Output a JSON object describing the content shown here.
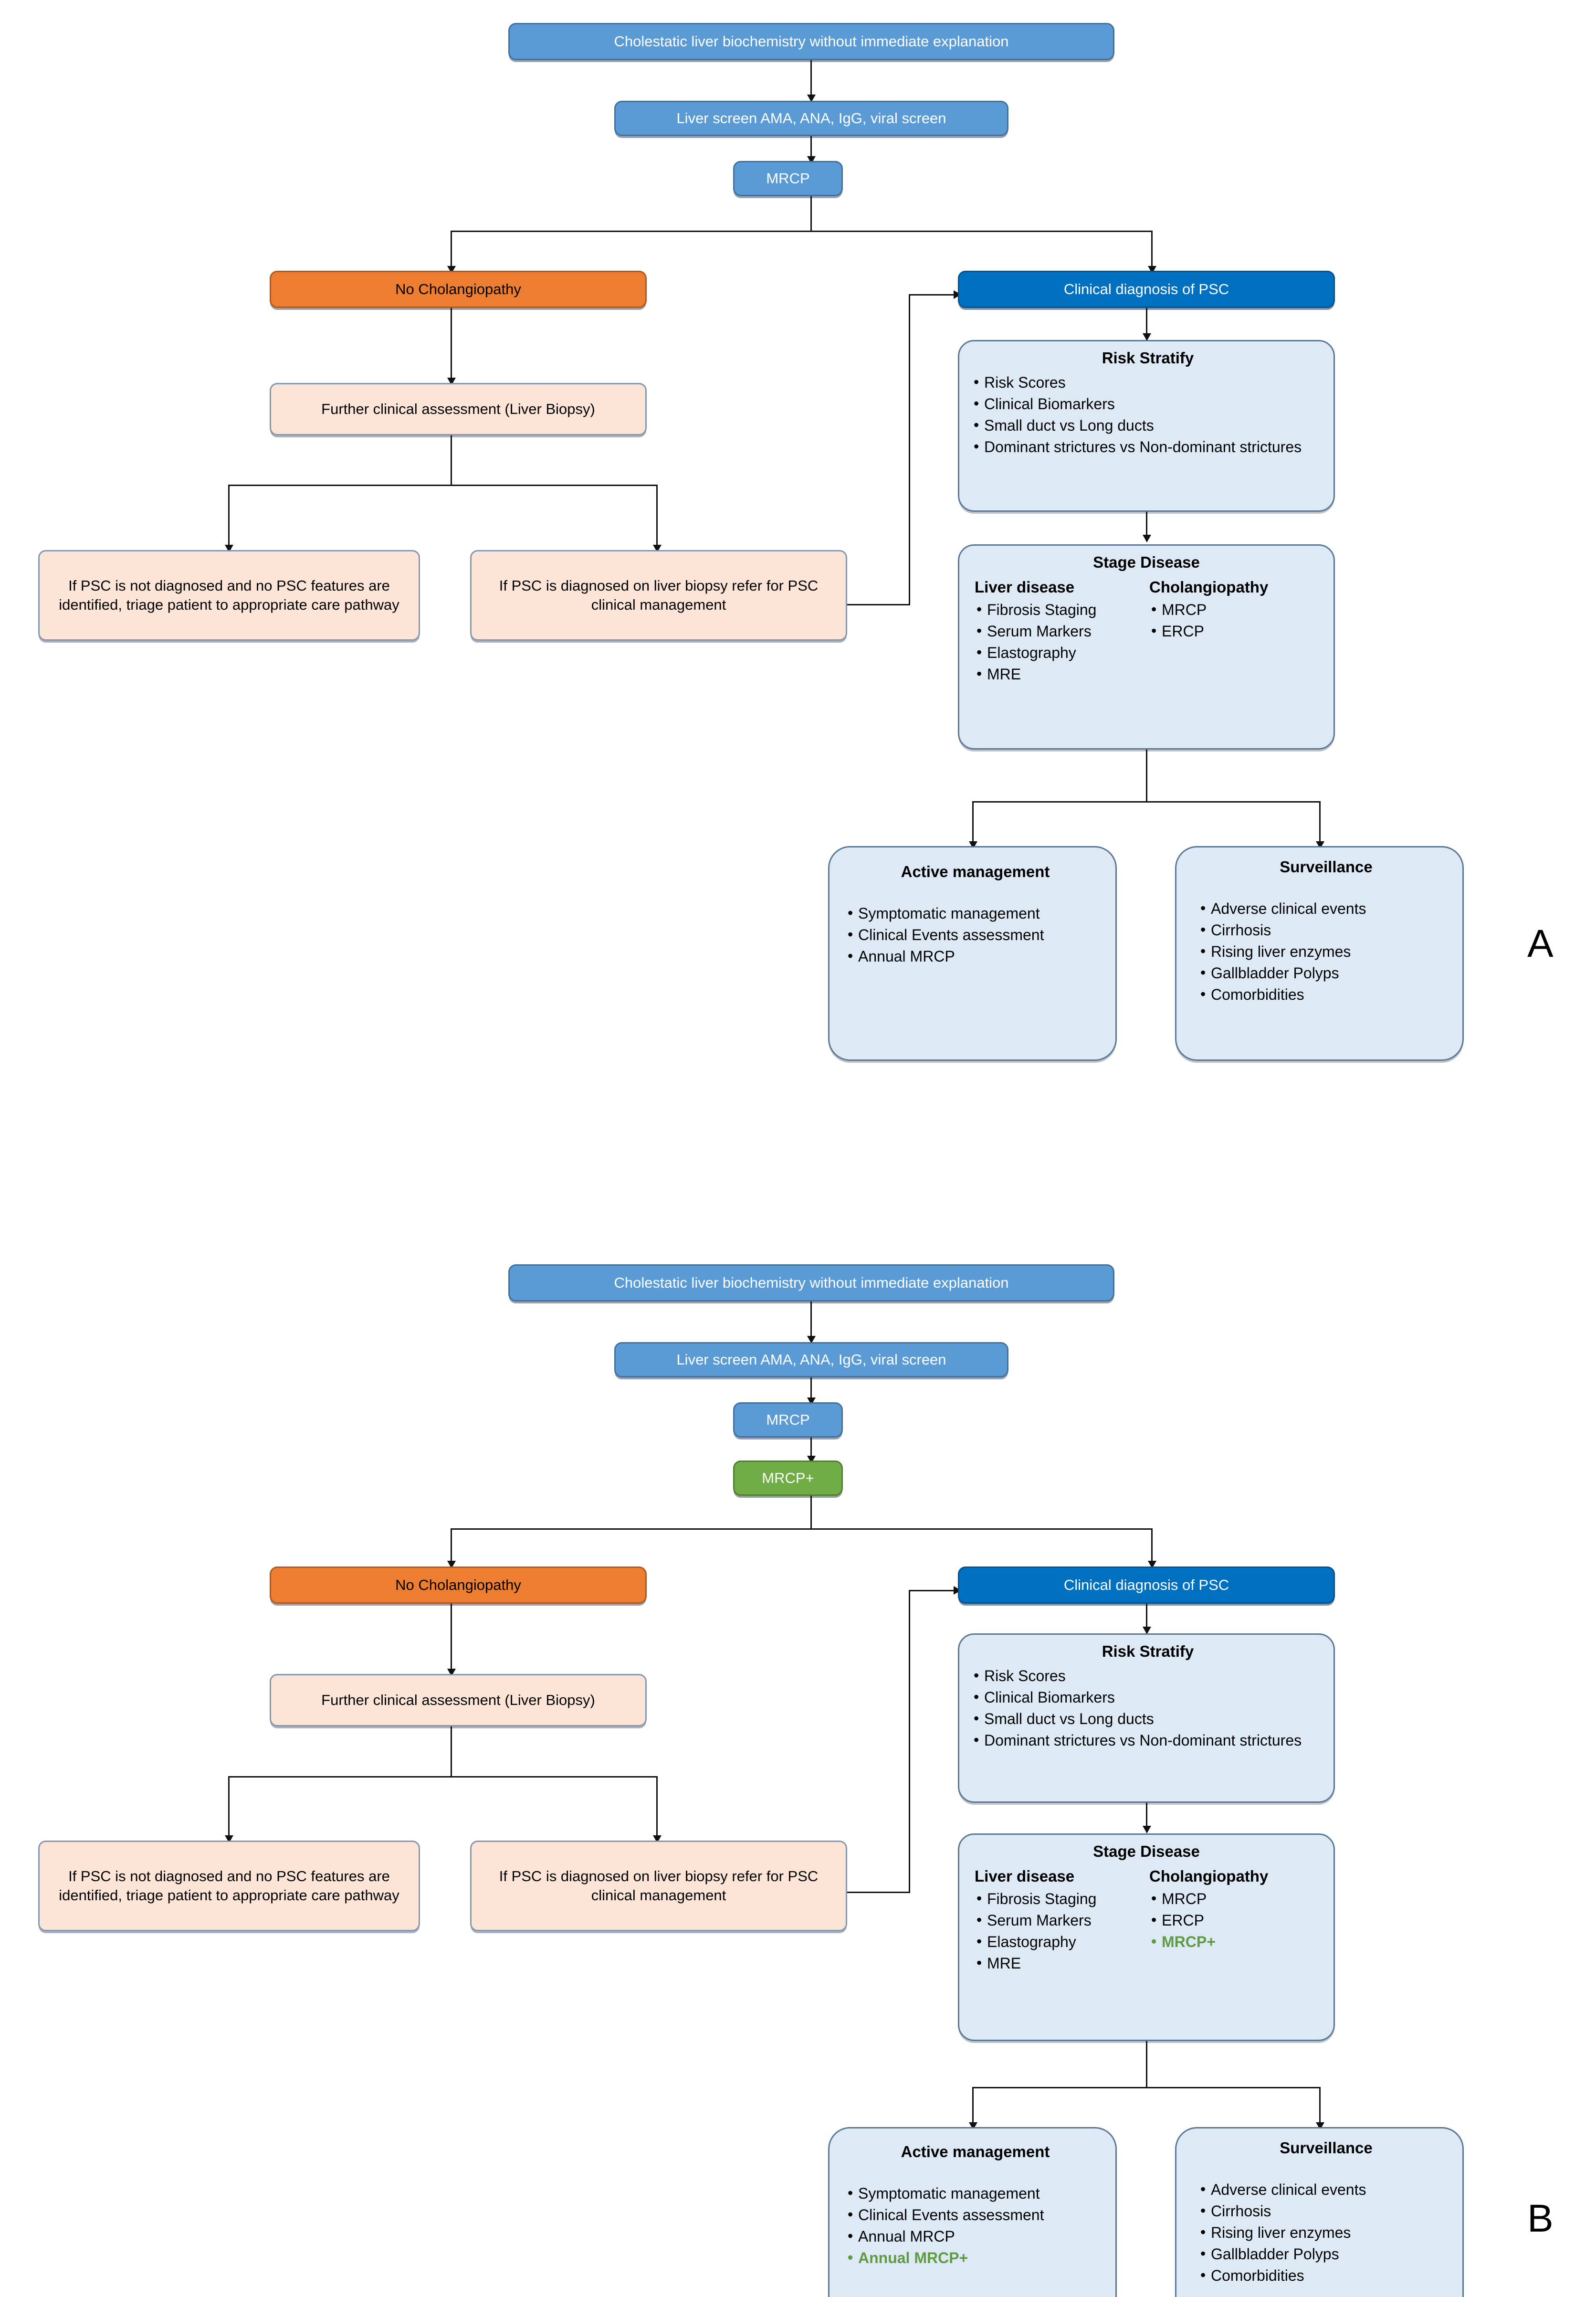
{
  "figure": {
    "panels": [
      {
        "id": "A",
        "label": "A",
        "nodes": {
          "start": "Cholestatic liver biochemistry without immediate explanation",
          "liver_screen": "Liver screen AMA, ANA, IgG, viral screen",
          "mrcp": "MRCP",
          "no_cholangiopathy": "No Cholangiopathy",
          "further_assessment": "Further clinical assessment (Liver Biopsy)",
          "psc_not_diagnosed": "If PSC is not diagnosed and no PSC features are identified, triage patient to appropriate care pathway",
          "psc_diagnosed": "If PSC is diagnosed on liver biopsy refer for PSC clinical management",
          "clinical_diagnosis": "Clinical diagnosis of PSC"
        },
        "risk_stratify": {
          "title": "Risk Stratify",
          "items": [
            "Risk Scores",
            "Clinical Biomarkers",
            "Small duct vs Long ducts",
            "Dominant strictures vs Non-dominant strictures"
          ]
        },
        "stage_disease": {
          "title": "Stage Disease",
          "liver_disease": {
            "heading": "Liver disease",
            "items": [
              "Fibrosis Staging",
              "Serum Markers",
              "Elastography",
              "MRE"
            ]
          },
          "cholangiopathy": {
            "heading": "Cholangiopathy",
            "items": [
              "MRCP",
              "ERCP"
            ]
          }
        },
        "active_management": {
          "title": "Active management",
          "items": [
            "Symptomatic management",
            "Clinical Events assessment",
            "Annual MRCP"
          ]
        },
        "surveillance": {
          "title": "Surveillance",
          "items": [
            "Adverse clinical events",
            "Cirrhosis",
            "Rising liver enzymes",
            "Gallbladder Polyps",
            "Comorbidities"
          ]
        }
      },
      {
        "id": "B",
        "label": "B",
        "nodes": {
          "start": "Cholestatic liver biochemistry without immediate explanation",
          "liver_screen": "Liver screen AMA, ANA, IgG, viral screen",
          "mrcp": "MRCP",
          "mrcp_plus": "MRCP+",
          "no_cholangiopathy": "No Cholangiopathy",
          "further_assessment": "Further clinical assessment (Liver Biopsy)",
          "psc_not_diagnosed": "If PSC is not diagnosed and no PSC features are identified, triage patient to appropriate care pathway",
          "psc_diagnosed": "If PSC is diagnosed on liver biopsy refer for PSC clinical management",
          "clinical_diagnosis": "Clinical diagnosis of PSC"
        },
        "risk_stratify": {
          "title": "Risk Stratify",
          "items": [
            "Risk Scores",
            "Clinical Biomarkers",
            "Small duct vs Long ducts",
            "Dominant strictures vs Non-dominant strictures"
          ]
        },
        "stage_disease": {
          "title": "Stage Disease",
          "liver_disease": {
            "heading": "Liver disease",
            "items": [
              "Fibrosis Staging",
              "Serum Markers",
              "Elastography",
              "MRE"
            ]
          },
          "cholangiopathy": {
            "heading": "Cholangiopathy",
            "items": [
              "MRCP",
              "ERCP"
            ],
            "highlight_items": [
              "MRCP+"
            ]
          }
        },
        "active_management": {
          "title": "Active management",
          "items": [
            "Symptomatic management",
            "Clinical Events assessment",
            "Annual MRCP"
          ],
          "highlight_items": [
            "Annual MRCP+"
          ]
        },
        "surveillance": {
          "title": "Surveillance",
          "items": [
            "Adverse clinical events",
            "Cirrhosis",
            "Rising liver enzymes",
            "Gallbladder Polyps",
            "Comorbidities"
          ]
        }
      }
    ],
    "colors": {
      "blue": "#5B9BD5",
      "dark_blue": "#0070C0",
      "orange": "#ED7D31",
      "green": "#70AD47",
      "peach": "#FCE4D6",
      "pale_blue": "#DDEAF6",
      "highlight_green_text": "#5E9B41",
      "connector": "#111111"
    }
  }
}
